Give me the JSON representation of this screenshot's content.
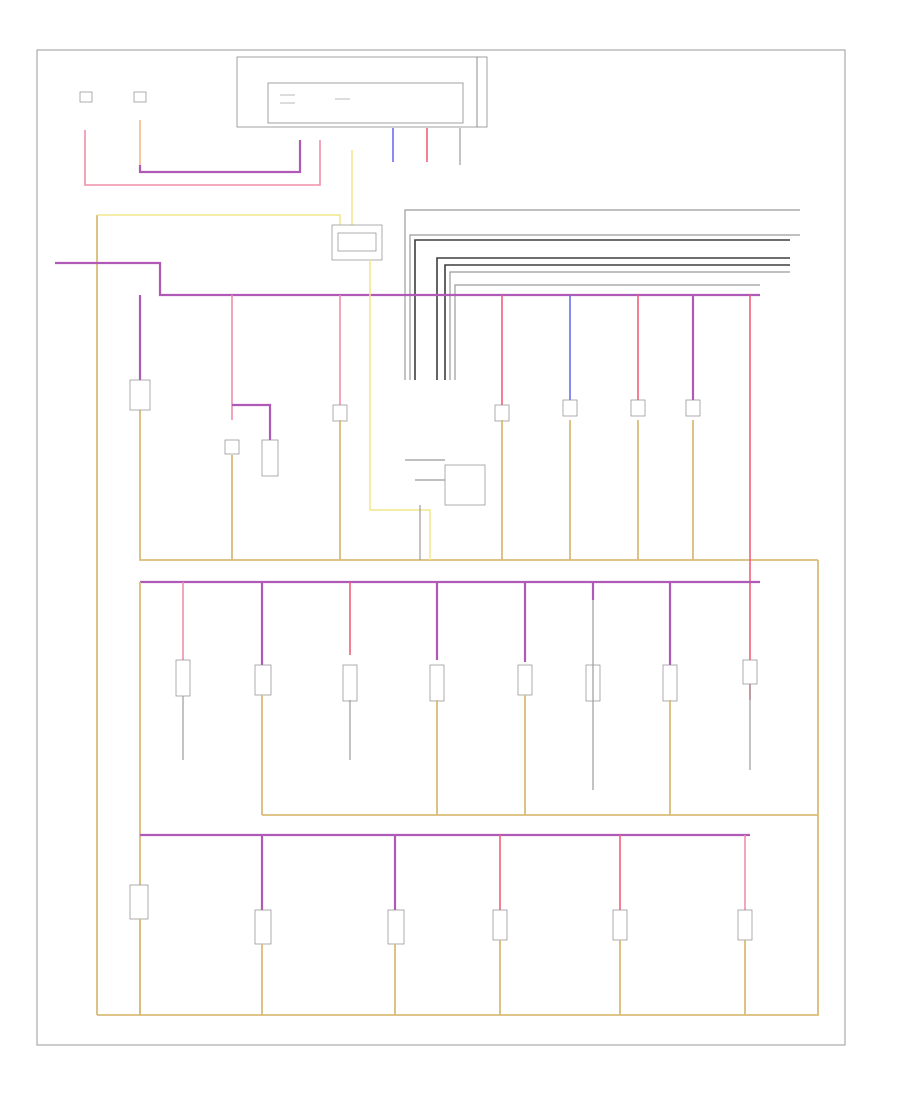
{
  "figure_id": "",
  "legend": [
    {
      "id": "line-1",
      "text": ""
    },
    {
      "id": "line-2",
      "text": ""
    },
    {
      "id": "line-3",
      "text": ""
    },
    {
      "id": "line-4",
      "text": ""
    },
    {
      "id": "line-5",
      "text": ""
    },
    {
      "id": "line-6",
      "text": ""
    }
  ],
  "colors": {
    "purple": "#b05ab8",
    "pink": "#f08fa8",
    "red": "#f0607a",
    "blue": "#6c6cf0",
    "gold": "#d9bc78",
    "yellow": "#f2e68a",
    "black": "#3e3e3e",
    "gray": "#9b9b9b"
  }
}
